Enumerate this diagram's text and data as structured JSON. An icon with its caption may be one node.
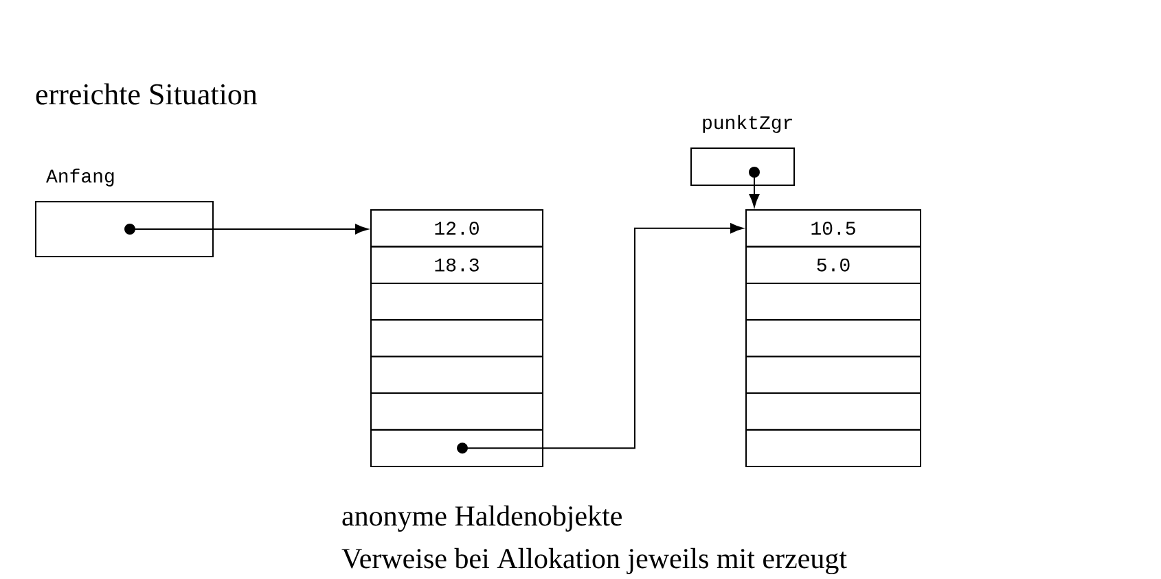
{
  "diagram": {
    "title": "erreichte Situation",
    "nodes": [
      {
        "text": [
          "Anfang"
        ]
      },
      {
        "text": [
          "punktZgr"
        ]
      },
      {
        "text": [],
        "shape": "box"
      },
      {
        "text": [
          "12.0"
        ],
        "in": 2
      },
      {
        "text": [
          "18.3"
        ],
        "in": 2
      },
      {
        "text": [],
        "shape": "box",
        "in": 2
      },
      {
        "text": [],
        "shape": "box",
        "in": 2
      },
      {
        "text": [],
        "shape": "box",
        "in": 2
      },
      {
        "text": [],
        "shape": "box",
        "in": 2
      },
      {
        "text": [],
        "shape": "box",
        "in": 2
      },
      {
        "text": [],
        "shape": "box"
      },
      {
        "text": [
          "10.5"
        ],
        "in": 10
      },
      {
        "text": [
          "5.0"
        ],
        "in": 10
      },
      {
        "text": [],
        "shape": "box",
        "in": 10
      },
      {
        "text": [],
        "shape": "box",
        "in": 10
      },
      {
        "text": [],
        "shape": "box",
        "in": 10
      },
      {
        "text": [],
        "shape": "box",
        "in": 10
      },
      {
        "text": [],
        "shape": "box",
        "in": 10
      }
    ],
    "edges": [
      {
        "from": 0,
        "to": 3,
        "arrow": "to"
      },
      {
        "from": 9,
        "to": 11,
        "arrow": "to"
      },
      {
        "from": 1,
        "to": 11,
        "arrow": "to"
      }
    ],
    "labels": [
      "anonyme Haldenobjekte",
      "Verweise bei Allokation jeweils mit erzeugt"
    ]
  }
}
